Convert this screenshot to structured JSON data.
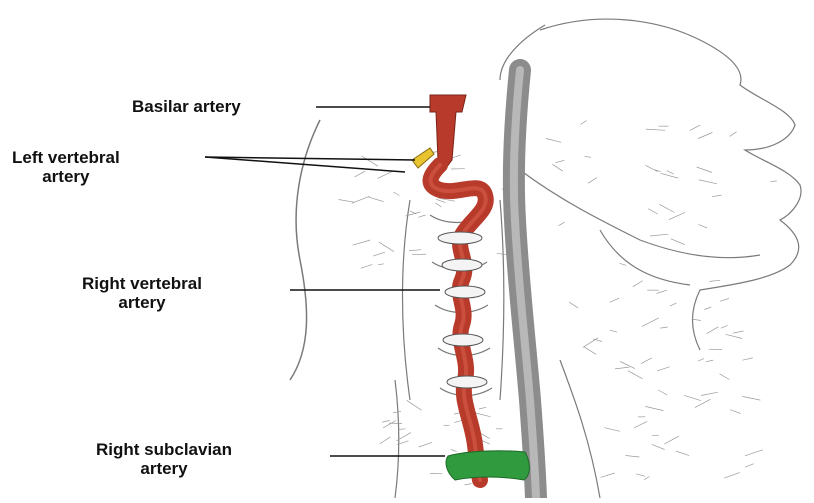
{
  "labels": {
    "basilar": "Basilar artery",
    "left_vertebral": [
      "Left vertebral",
      "artery"
    ],
    "right_vertebral": [
      "Right vertebral",
      "artery"
    ],
    "right_subclavian": [
      "Right subclavian",
      "artery"
    ]
  },
  "colors": {
    "artery": "#b83a2a",
    "artery_highlight": "#d8624c",
    "left_vertebral": "#e8c430",
    "subclavian": "#2f9a3e",
    "line_art": "#6a6a6a",
    "background": "#ffffff"
  }
}
